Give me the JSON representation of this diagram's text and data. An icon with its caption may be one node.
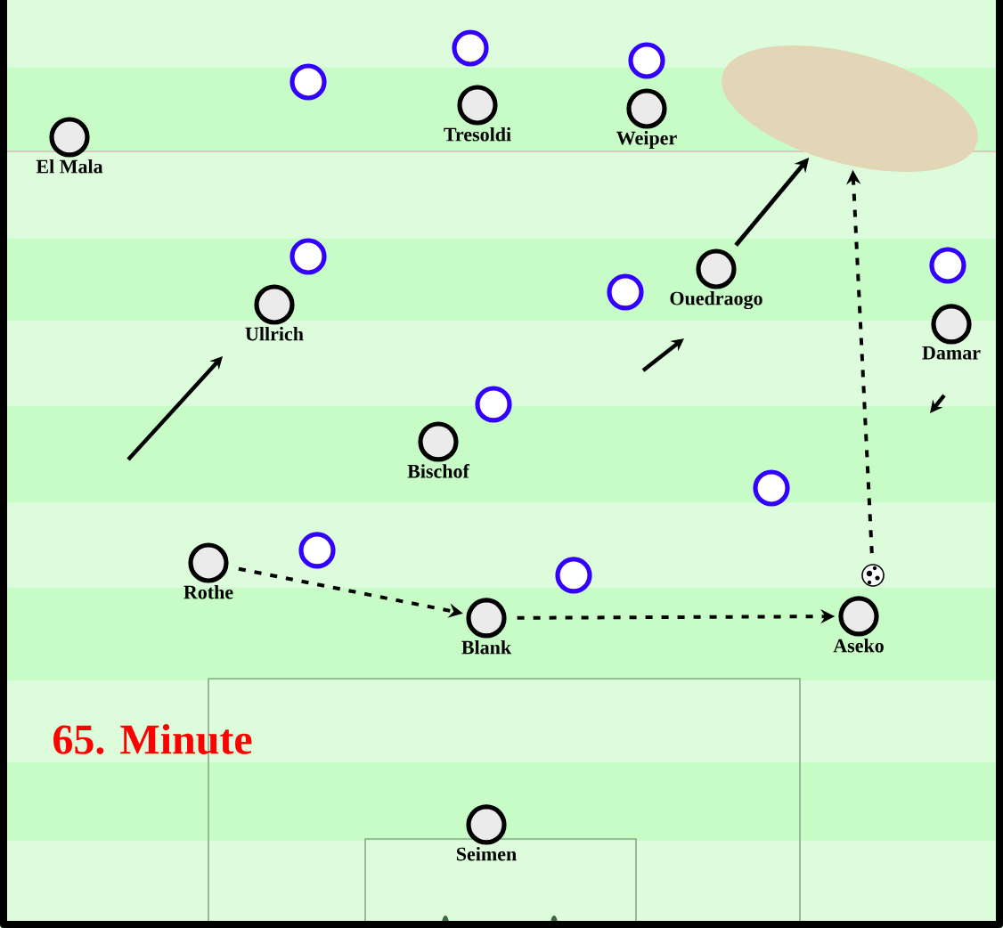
{
  "diagram": {
    "nodes": [
      {
        "text": [],
        "shape": "circle"
      },
      {
        "text": [],
        "shape": "circle"
      },
      {
        "text": [],
        "shape": "circle"
      },
      {
        "text": [],
        "shape": "ellipse"
      },
      {
        "text": [
          "Tresoldi"
        ]
      },
      {
        "text": [
          "Weiper"
        ]
      },
      {
        "text": [
          "El Mala"
        ]
      },
      {
        "text": [],
        "shape": "circle"
      },
      {
        "text": [],
        "shape": "circle"
      },
      {
        "text": [
          "Ouedraogo"
        ]
      },
      {
        "text": [],
        "shape": "circle"
      },
      {
        "text": [
          "Ullrich"
        ]
      },
      {
        "text": [
          "Damar"
        ]
      },
      {
        "text": [],
        "shape": "circle"
      },
      {
        "text": [
          "Bischof"
        ]
      },
      {
        "text": [],
        "shape": "circle"
      },
      {
        "text": [],
        "shape": "circle"
      },
      {
        "text": [
          "Rothe"
        ]
      },
      {
        "text": [],
        "shape": "circle"
      },
      {
        "text": [],
        "shape": "picture"
      },
      {
        "text": [
          "Aseko"
        ]
      },
      {
        "text": [
          "Blank"
        ]
      },
      {
        "text": [
          "Seimen"
        ]
      }
    ],
    "edges": [
      {
        "from": 17,
        "to": 21,
        "arrow": "to",
        "style": "dashed"
      },
      {
        "from": 21,
        "to": 20,
        "arrow": "to",
        "style": "dashed"
      },
      {
        "from": 19,
        "to": 3,
        "arrow": "to",
        "style": "dashed"
      },
      {
        "from": 9,
        "to": 3,
        "arrow": "to"
      }
    ],
    "labels": [
      "65. Minute"
    ]
  }
}
